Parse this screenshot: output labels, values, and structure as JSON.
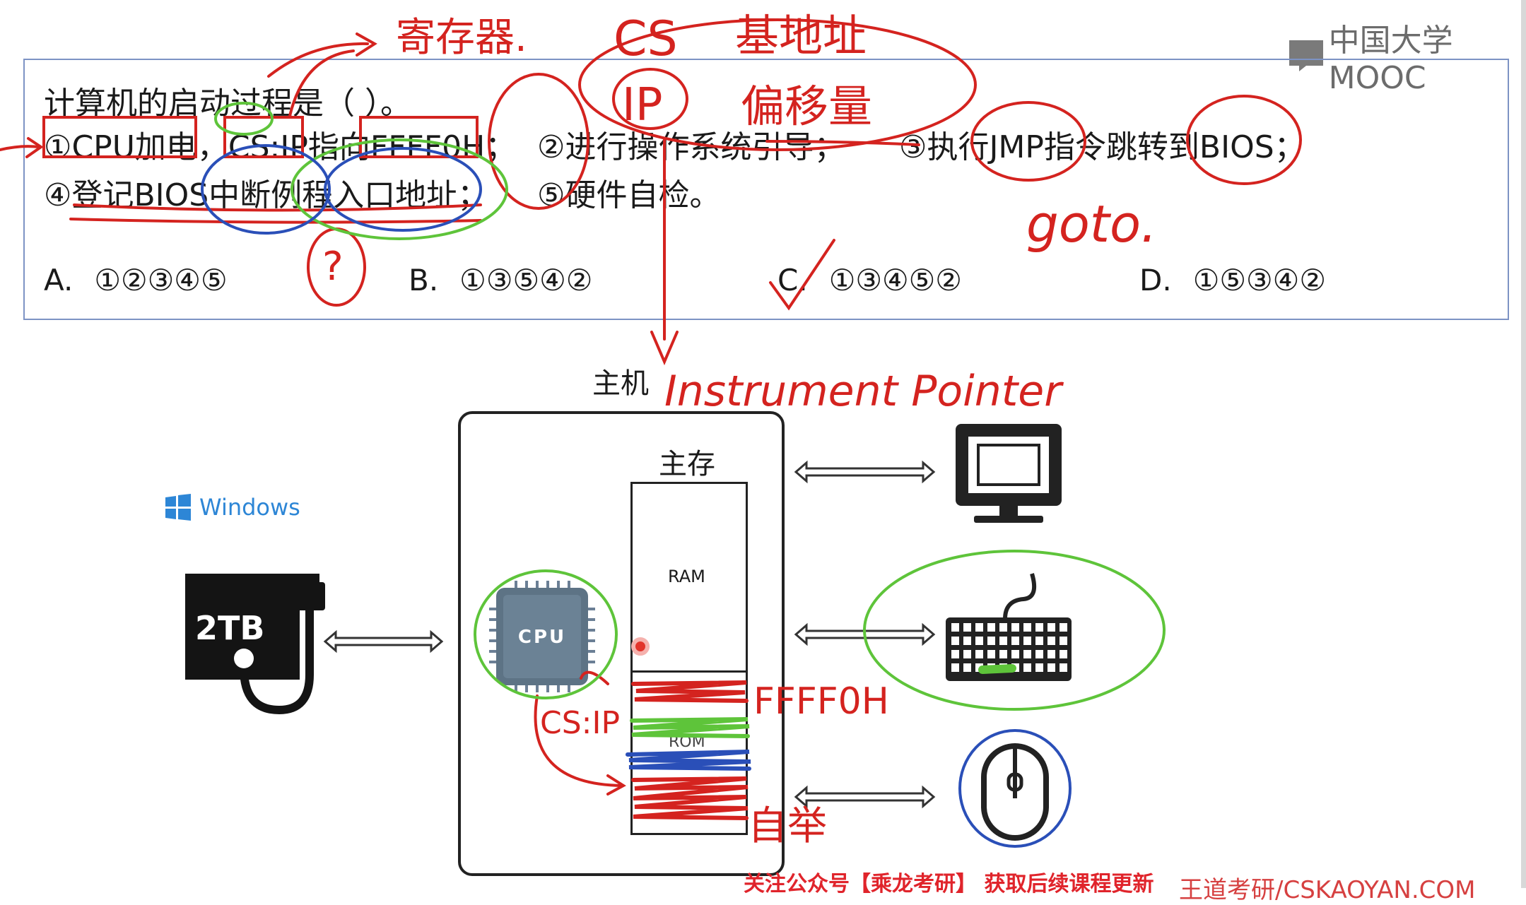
{
  "logo": {
    "text": "中国大学MOOC"
  },
  "question": {
    "title": "计算机的启动过程是（ ）。",
    "line1": "①CPU加电，CS:IP指向FFFF0H；",
    "step2": "②进行操作系统引导；",
    "step3": "③执行JMP指令跳转到BIOS；",
    "line2": "④登记BIOS中断例程入口地址；",
    "step5": "⑤硬件自检。",
    "options": [
      {
        "letter": "A.",
        "value": "①②③④⑤"
      },
      {
        "letter": "B.",
        "value": "①③⑤④②"
      },
      {
        "letter": "C.",
        "value": "①③④⑤②"
      },
      {
        "letter": "D.",
        "value": "①⑤③④②"
      }
    ]
  },
  "diagram": {
    "host_label": "主机",
    "memory_label": "主存",
    "ram_label": "RAM",
    "rom_label": "ROM",
    "cpu_label": "CPU",
    "disk_label": "2TB",
    "windows_label": "Windows"
  },
  "annotations": {
    "register": "寄存器.",
    "cs": "CS",
    "base_address": "基地址",
    "ip": "IP",
    "offset": "偏移量",
    "goto": "goto.",
    "instrument_pointer": "Instrument Pointer",
    "cs_ip": "CS:IP",
    "ffff0h": "FFFF0H",
    "bootstrap": "自举",
    "question_mark": "?"
  },
  "footer": {
    "left": "关注公众号【乘龙考研】 获取后续课程更新",
    "right": "王道考研/CSKAOYAN.COM"
  },
  "colors": {
    "ink_red": "#d4231f",
    "ink_green": "#5ec43a",
    "ink_blue": "#2a4fb8",
    "box_border": "#7d93c4"
  }
}
